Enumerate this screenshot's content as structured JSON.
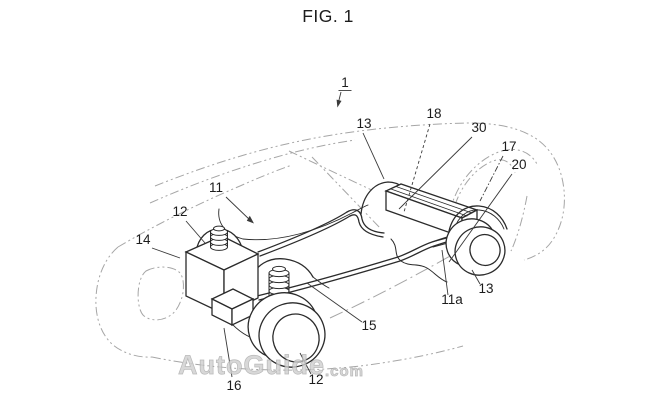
{
  "figure": {
    "title": "FIG. 1"
  },
  "reference_labels": {
    "ref1": {
      "text": "1"
    },
    "ref11": {
      "text": "11"
    },
    "ref11a": {
      "text": "11a"
    },
    "ref12_front": {
      "text": "12"
    },
    "ref12_wheel": {
      "text": "12"
    },
    "ref13_top": {
      "text": "13"
    },
    "ref13_rear": {
      "text": "13"
    },
    "ref14": {
      "text": "14"
    },
    "ref15": {
      "text": "15"
    },
    "ref16": {
      "text": "16"
    },
    "ref17": {
      "text": "17"
    },
    "ref18": {
      "text": "18"
    },
    "ref20": {
      "text": "20"
    },
    "ref30": {
      "text": "30"
    }
  },
  "watermark": {
    "name": "AutoGuide",
    "suffix": ".com"
  },
  "colors": {
    "ink": "#2b2b2b",
    "phantom": "#a6a6a6",
    "label_text": "#1c1c1c",
    "leader": "#3a3a3a",
    "watermark": "#cfcfcf",
    "background": "#ffffff"
  }
}
